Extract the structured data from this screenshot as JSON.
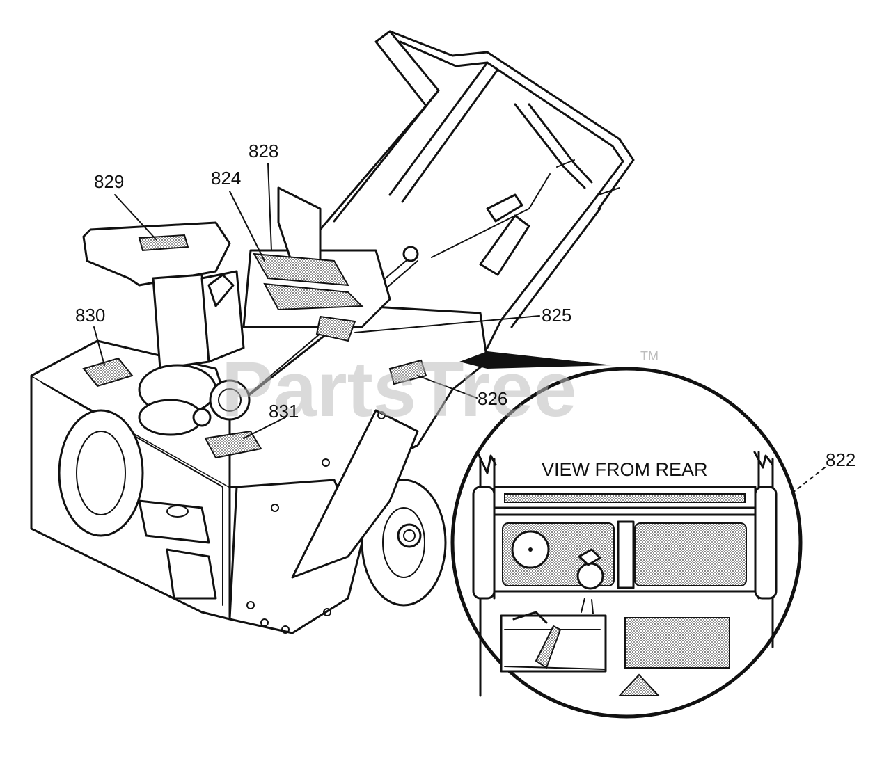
{
  "callouts": [
    {
      "id": "829",
      "label": "829"
    },
    {
      "id": "828",
      "label": "828"
    },
    {
      "id": "824",
      "label": "824"
    },
    {
      "id": "830",
      "label": "830"
    },
    {
      "id": "825",
      "label": "825"
    },
    {
      "id": "826",
      "label": "826"
    },
    {
      "id": "831",
      "label": "831"
    },
    {
      "id": "822",
      "label": "822"
    }
  ],
  "inset": {
    "title": "VIEW FROM REAR"
  },
  "watermark": {
    "text": "PartsTree",
    "mark": "TM"
  },
  "colors": {
    "ink": "#111111",
    "paper": "#ffffff",
    "watermark": "#bdbdbd"
  }
}
